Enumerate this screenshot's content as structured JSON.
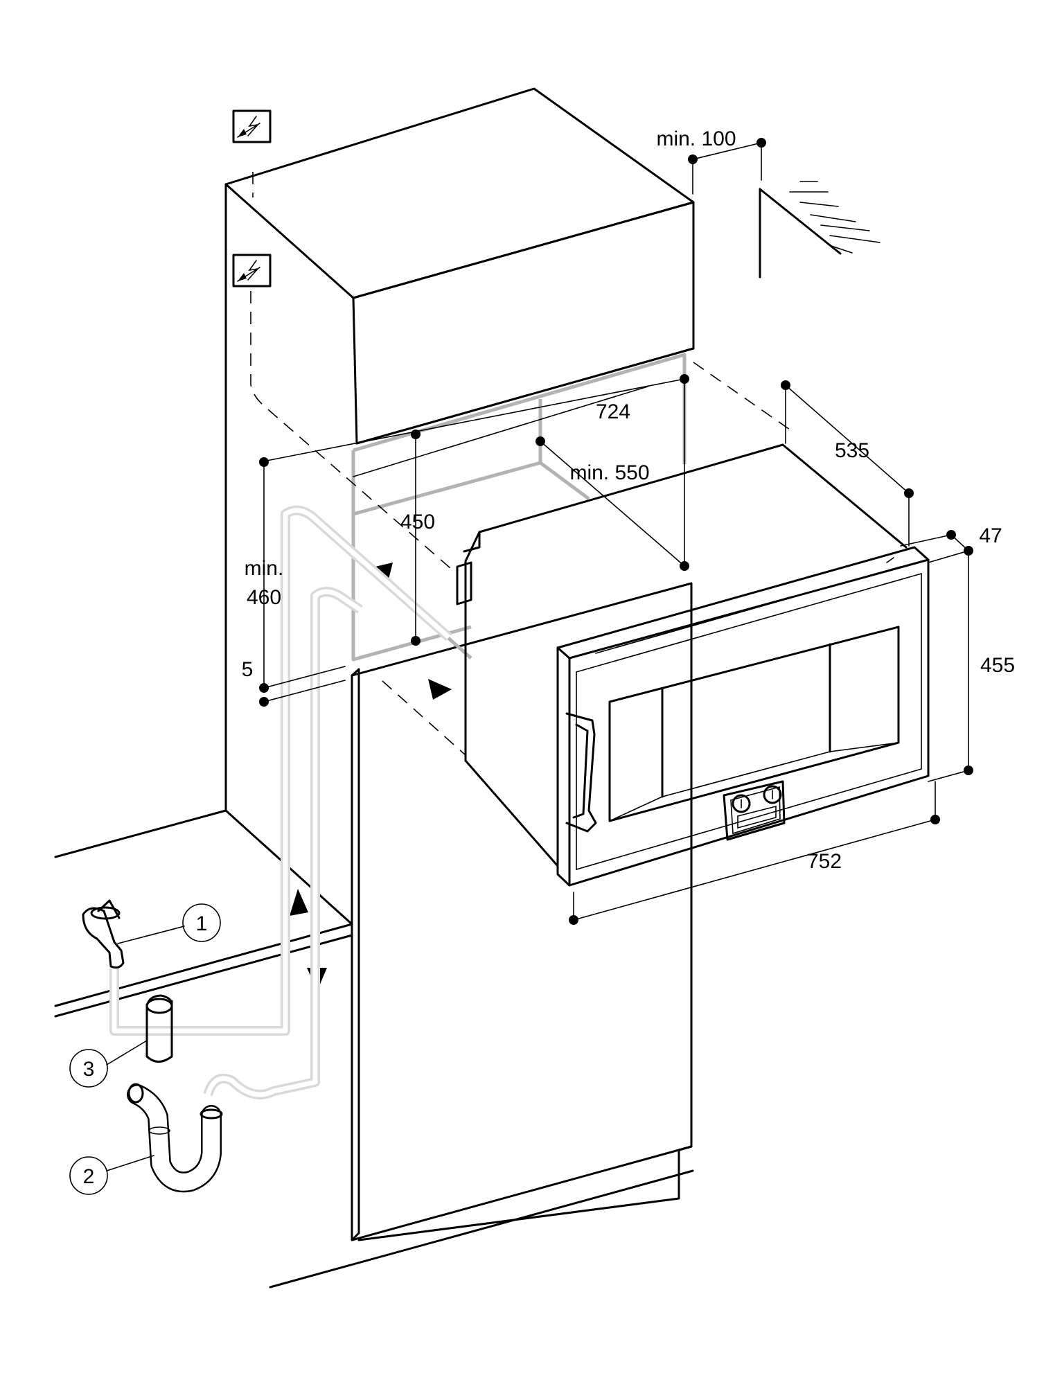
{
  "dimensions": {
    "top_clearance": "min. 100",
    "niche_width": "724",
    "niche_depth": "min. 550",
    "appliance_depth": "535",
    "front_offset": "47",
    "appliance_height": "455",
    "appliance_width": "752",
    "niche_height_open": "450",
    "niche_height_min_line1": "min.",
    "niche_height_min_line2": "460",
    "gap": "5"
  },
  "callouts": [
    {
      "number": "1",
      "item": "water-tap"
    },
    {
      "number": "2",
      "item": "drain-siphon"
    },
    {
      "number": "3",
      "item": "drain-pipe"
    }
  ],
  "icons": [
    "electrical-connection-icon",
    "electrical-connection-icon",
    "wall-hatch",
    "airflow-arrow"
  ]
}
